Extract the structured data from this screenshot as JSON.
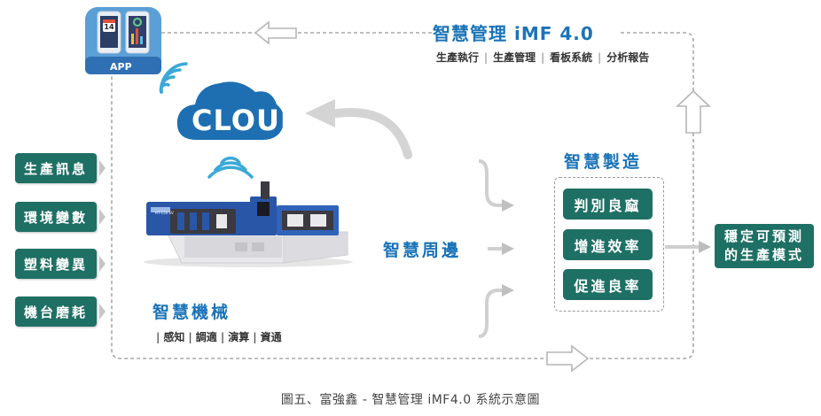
{
  "imf": {
    "title": "智慧管理 iMF 4.0",
    "functions": [
      "生產執行",
      "生產管理",
      "看板系統",
      "分析報告"
    ]
  },
  "app": {
    "label": "APP",
    "calendar_number": "14"
  },
  "cloud": {
    "label": "CLOUD"
  },
  "inputs": [
    "生產訊息",
    "環境變數",
    "塑料變異",
    "機台磨耗"
  ],
  "machine": {
    "title": "智慧機械",
    "features": [
      "感知",
      "調適",
      "演算",
      "資通"
    ],
    "model_label": "HT-150 SV"
  },
  "periphery": {
    "label": "智慧周邊"
  },
  "manufacturing": {
    "title": "智慧製造",
    "items": [
      "判別良窳",
      "增進效率",
      "促進良率"
    ]
  },
  "output": {
    "line1": "穩定可預測",
    "line2": "的生產模式"
  },
  "caption": "圖五、富強鑫 - 智慧管理 iMF4.0 系統示意圖",
  "colors": {
    "teal": "#1f7064",
    "blue": "#1a73b8",
    "cloud": "#1d6fb2",
    "machine_blue": "#2a56a8",
    "dashed": "#a8a8a8"
  }
}
